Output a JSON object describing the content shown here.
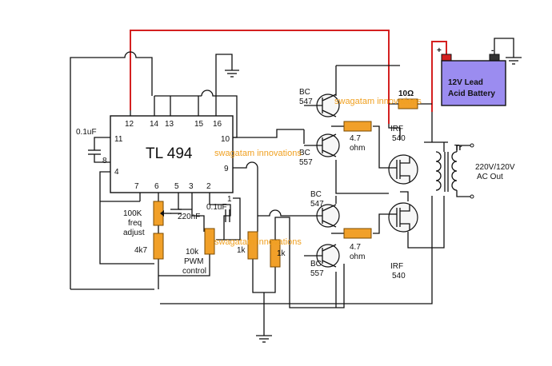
{
  "chip": {
    "name": "TL 494",
    "pins": {
      "p1": "1",
      "p2": "2",
      "p3": "3",
      "p4": "4",
      "p5": "5",
      "p6": "6",
      "p7": "7",
      "p8": "8",
      "p9": "9",
      "p10": "10",
      "p11": "11",
      "p12": "12",
      "p13": "13",
      "p14": "14",
      "p15": "15",
      "p16": "16"
    }
  },
  "battery": {
    "line1": "12V Lead",
    "line2": "Acid Battery",
    "plus": "+",
    "minus": "-",
    "fill_color": "#9b8cf0"
  },
  "transistors": {
    "q1_type": "BC",
    "q1_num": "547",
    "q2_type": "BC",
    "q2_num": "557",
    "q3_type": "BC",
    "q3_num": "547",
    "q4_type": "BC",
    "q4_num": "557"
  },
  "mosfets": {
    "m1_type": "IRF",
    "m1_num": "540",
    "m2_type": "IRF",
    "m2_num": "540"
  },
  "resistors": {
    "r_top_a": "4.7",
    "r_top_b": "ohm",
    "r_bot_a": "4.7",
    "r_bot_b": "ohm",
    "r_sense": "10Ω",
    "r_1k_a": "1k",
    "r_1k_b": "1k",
    "r_4k7": "4k7"
  },
  "pots": {
    "freq_a": "100K",
    "freq_b": "freq",
    "freq_c": "adjust",
    "pwm_a": "10k",
    "pwm_b": "PWM",
    "pwm_c": "control"
  },
  "capacitors": {
    "c1": "0.1uF",
    "c2": "220nF",
    "c3": "0.1uF"
  },
  "transformer": {
    "label": "Tr",
    "out1": "220V/120V",
    "out2": "AC Out"
  },
  "watermark": "swagatam innovations",
  "colors": {
    "wire": "#111111",
    "supply_wire": "#d42020",
    "resistor": "#f1a029",
    "watermark": "#f0a020"
  }
}
